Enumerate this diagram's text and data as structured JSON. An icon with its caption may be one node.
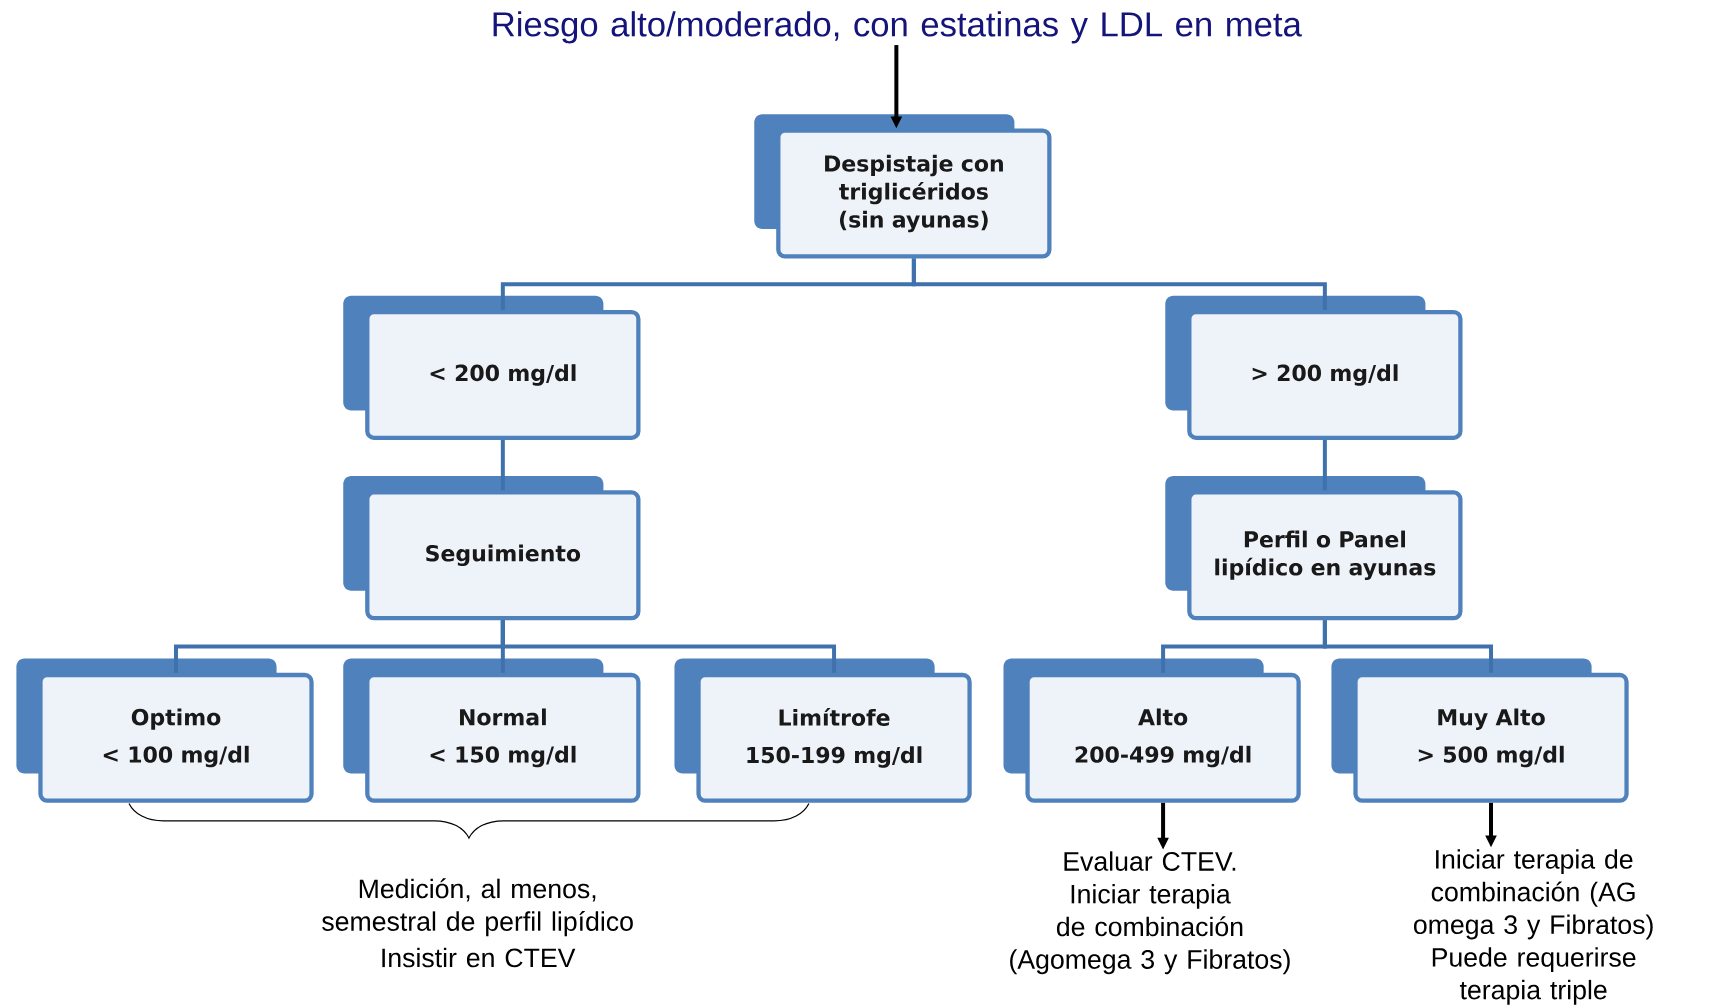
{
  "diagram": {
    "nodes": [
      {
        "text": [
          "Riesgo alto/moderado, con estatinas y LDL en meta"
        ]
      },
      {
        "text": [
          "Despistaje con triglicéridos (sin ayunas)"
        ]
      },
      {
        "text": [
          "< 200 mg/dl"
        ]
      },
      {
        "text": [
          "> 200 mg/dl"
        ]
      },
      {
        "text": [
          "Seguimiento"
        ]
      },
      {
        "text": [
          "Perfil o Panel lipídico en ayunas"
        ]
      },
      {
        "text": [
          "Optimo",
          "< 100 mg/dl"
        ]
      },
      {
        "text": [
          "Normal",
          "< 150 mg/dl"
        ]
      },
      {
        "text": [
          "Limítrofe",
          "150-199 mg/dl"
        ]
      },
      {
        "text": [
          "Alto",
          "200-499 mg/dl"
        ]
      },
      {
        "text": [
          "Muy Alto",
          "> 500 mg/dl"
        ]
      },
      {
        "text": [
          "Evaluar CTEV.",
          "Iniciar terapia de combinación (Agomega 3 y Fibratos)"
        ]
      },
      {
        "text": [
          "Iniciar terapia de combinación (AG omega 3 y Fibratos)",
          "Puede requerirse terapia triple"
        ]
      }
    ],
    "edges": [
      {
        "from": 0,
        "to": 1,
        "arrow": "to",
        "color": "#000000"
      },
      {
        "from": 1,
        "to": 2,
        "arrow": "none"
      },
      {
        "from": 1,
        "to": 3,
        "arrow": "none"
      },
      {
        "from": 2,
        "to": 4,
        "arrow": "none"
      },
      {
        "from": 3,
        "to": 5,
        "arrow": "none"
      },
      {
        "from": 4,
        "to": 6,
        "arrow": "none"
      },
      {
        "from": 4,
        "to": 7,
        "arrow": "none"
      },
      {
        "from": 4,
        "to": 8,
        "arrow": "none"
      },
      {
        "from": 5,
        "to": 9,
        "arrow": "none"
      },
      {
        "from": 5,
        "to": 10,
        "arrow": "none"
      },
      {
        "from": 9,
        "to": 11,
        "arrow": "to",
        "color": "#000000"
      },
      {
        "from": 10,
        "to": 12,
        "arrow": "to",
        "color": "#000000"
      }
    ],
    "labels": [
      "Medición, al menos, semestral de perfil lipídico",
      "Insistir en CTEV"
    ]
  }
}
